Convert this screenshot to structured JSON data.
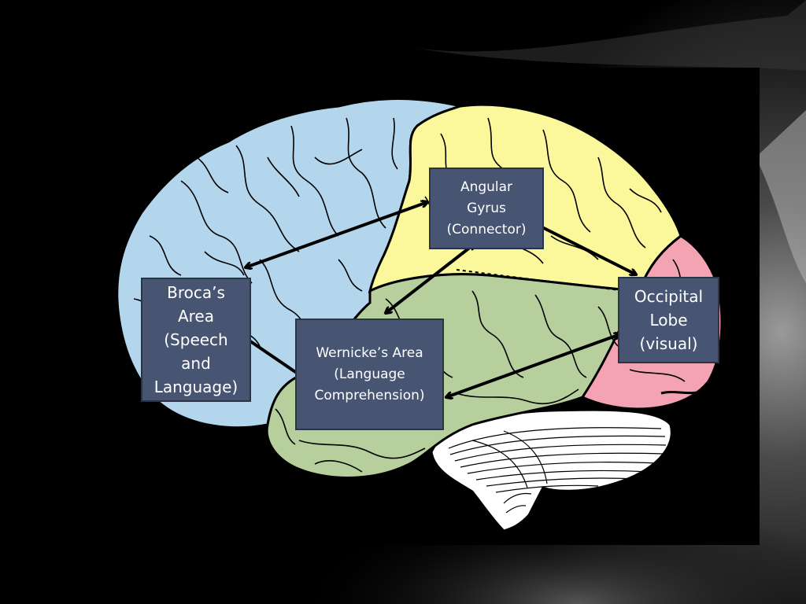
{
  "boxes": {
    "angular": {
      "text": "Angular\nGyrus\n(Connector)"
    },
    "broca": {
      "text": "Broca’s\nArea\n(Speech\nand\nLanguage)"
    },
    "wernicke": {
      "text": "Wernicke’s  Area\n(Language\nComprehension)"
    },
    "occipital": {
      "text": "Occipital\nLobe\n(visual)"
    }
  },
  "colors": {
    "frontal": "#b3d6ec",
    "parietal": "#fbf79b",
    "temporal": "#b7cf9c",
    "occipital": "#f3a3b1",
    "cerebellum": "#ffffff",
    "box_fill": "#475472"
  }
}
